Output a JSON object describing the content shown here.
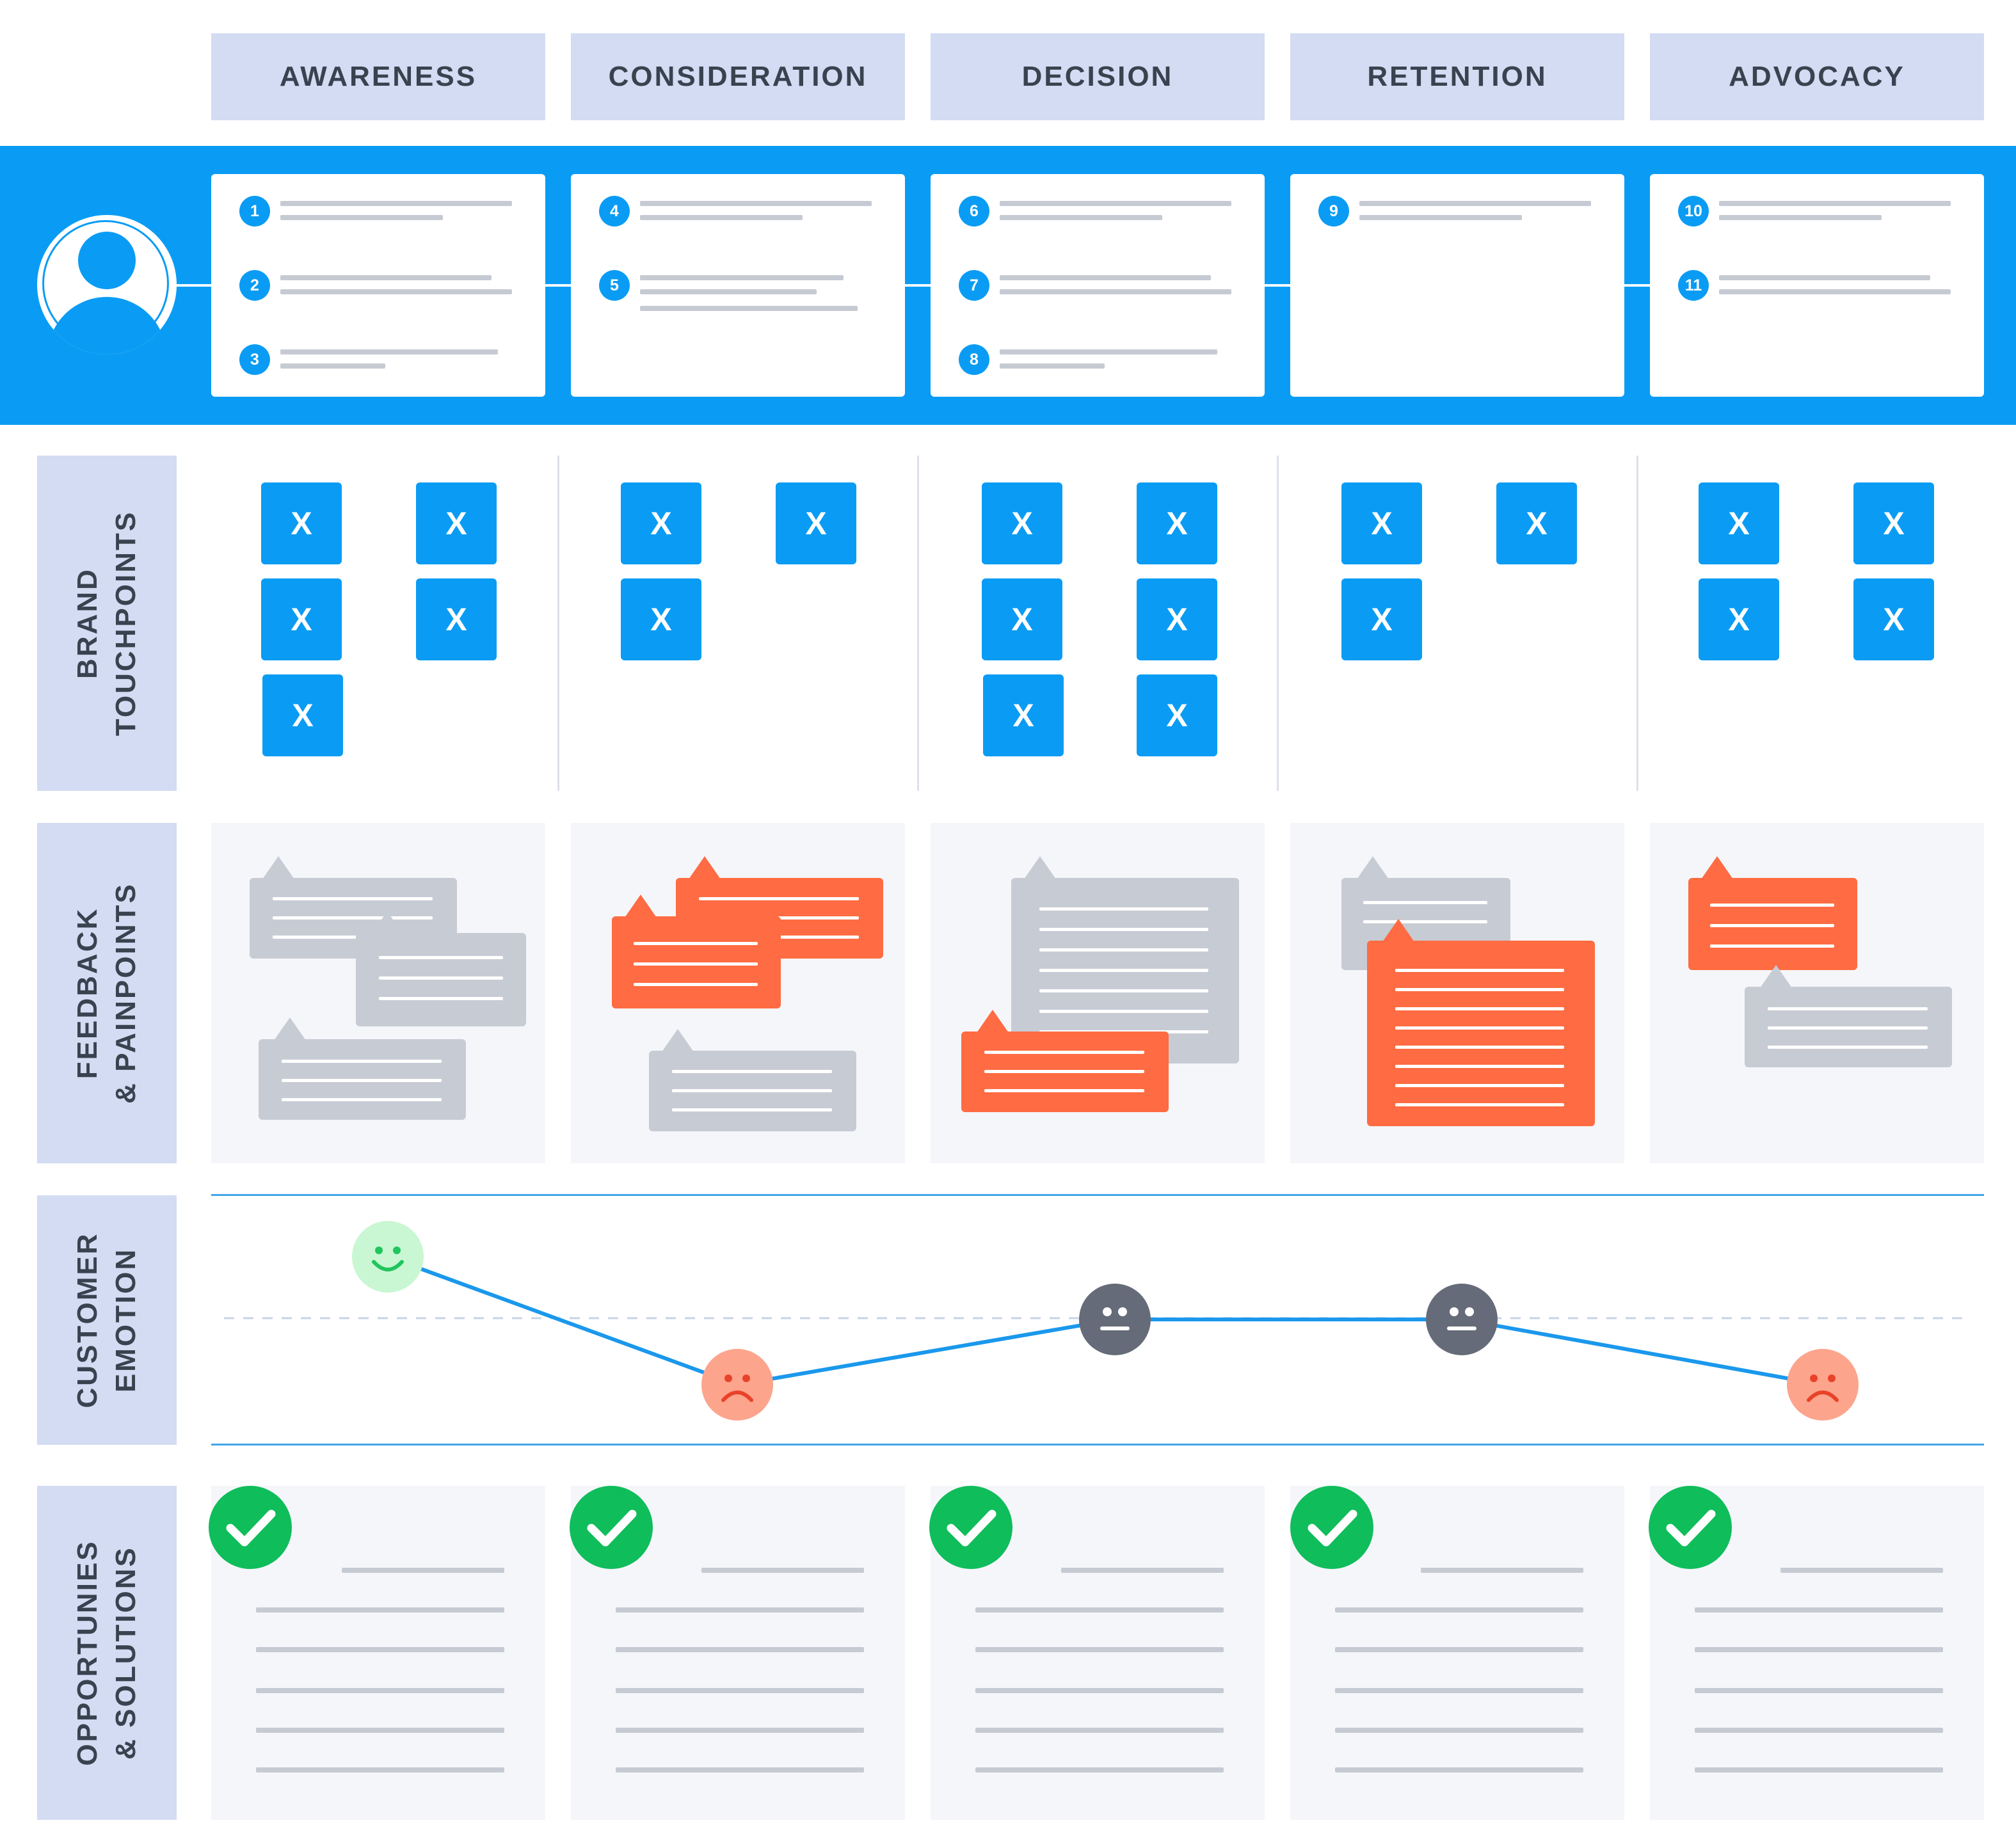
{
  "stages": [
    "AWARENESS",
    "CONSIDERATION",
    "DECISION",
    "RETENTION",
    "ADVOCACY"
  ],
  "persona_icon": "user-avatar-icon",
  "journey_steps": [
    {
      "stage": "AWARENESS",
      "steps": [
        "1",
        "2",
        "3"
      ]
    },
    {
      "stage": "CONSIDERATION",
      "steps": [
        "4",
        "5"
      ]
    },
    {
      "stage": "DECISION",
      "steps": [
        "6",
        "7",
        "8"
      ]
    },
    {
      "stage": "RETENTION",
      "steps": [
        "9"
      ]
    },
    {
      "stage": "ADVOCACY",
      "steps": [
        "10",
        "11"
      ]
    }
  ],
  "rows": {
    "touchpoints": "BRAND\nTOUCHPOINTS",
    "feedback": "FEEDBACK\n& PAINPOINTS",
    "emotion": "CUSTOMER\nEMOTION",
    "opportunities": "OPPORTUNIES\n& SOLUTIONS"
  },
  "touchpoints": {
    "marker": "X",
    "counts": {
      "AWARENESS": 5,
      "CONSIDERATION": 3,
      "DECISION": 6,
      "RETENTION": 3,
      "ADVOCACY": 4
    }
  },
  "feedback_bubbles": [
    {
      "stage": "AWARENESS",
      "bubbles": [
        "neutral",
        "neutral",
        "neutral"
      ]
    },
    {
      "stage": "CONSIDERATION",
      "bubbles": [
        "painpoint",
        "painpoint",
        "neutral"
      ]
    },
    {
      "stage": "DECISION",
      "bubbles": [
        "neutral",
        "painpoint"
      ]
    },
    {
      "stage": "RETENTION",
      "bubbles": [
        "neutral",
        "painpoint"
      ]
    },
    {
      "stage": "ADVOCACY",
      "bubbles": [
        "painpoint",
        "neutral"
      ]
    }
  ],
  "emotion": {
    "levels": [
      "happy",
      "sad",
      "neutral",
      "neutral",
      "sad"
    ],
    "icons": [
      "smile-face-icon",
      "frown-face-icon",
      "neutral-face-icon",
      "neutral-face-icon",
      "frown-face-icon"
    ]
  },
  "opportunities": {
    "icon": "checkmark-circle-icon"
  },
  "colors": {
    "primary_blue": "#0a9cf4",
    "header_bg": "#d3dcf2",
    "label_text": "#39424f",
    "painpoint_orange": "#ff6b42",
    "neutral_grey": "#c7cbd4",
    "happy_bg": "#c9f7d3",
    "happy_fg": "#21c55d",
    "sad_bg": "#fda48d",
    "sad_fg": "#e8432a",
    "neutral_face": "#656b78",
    "check_green": "#0fbd5b"
  }
}
